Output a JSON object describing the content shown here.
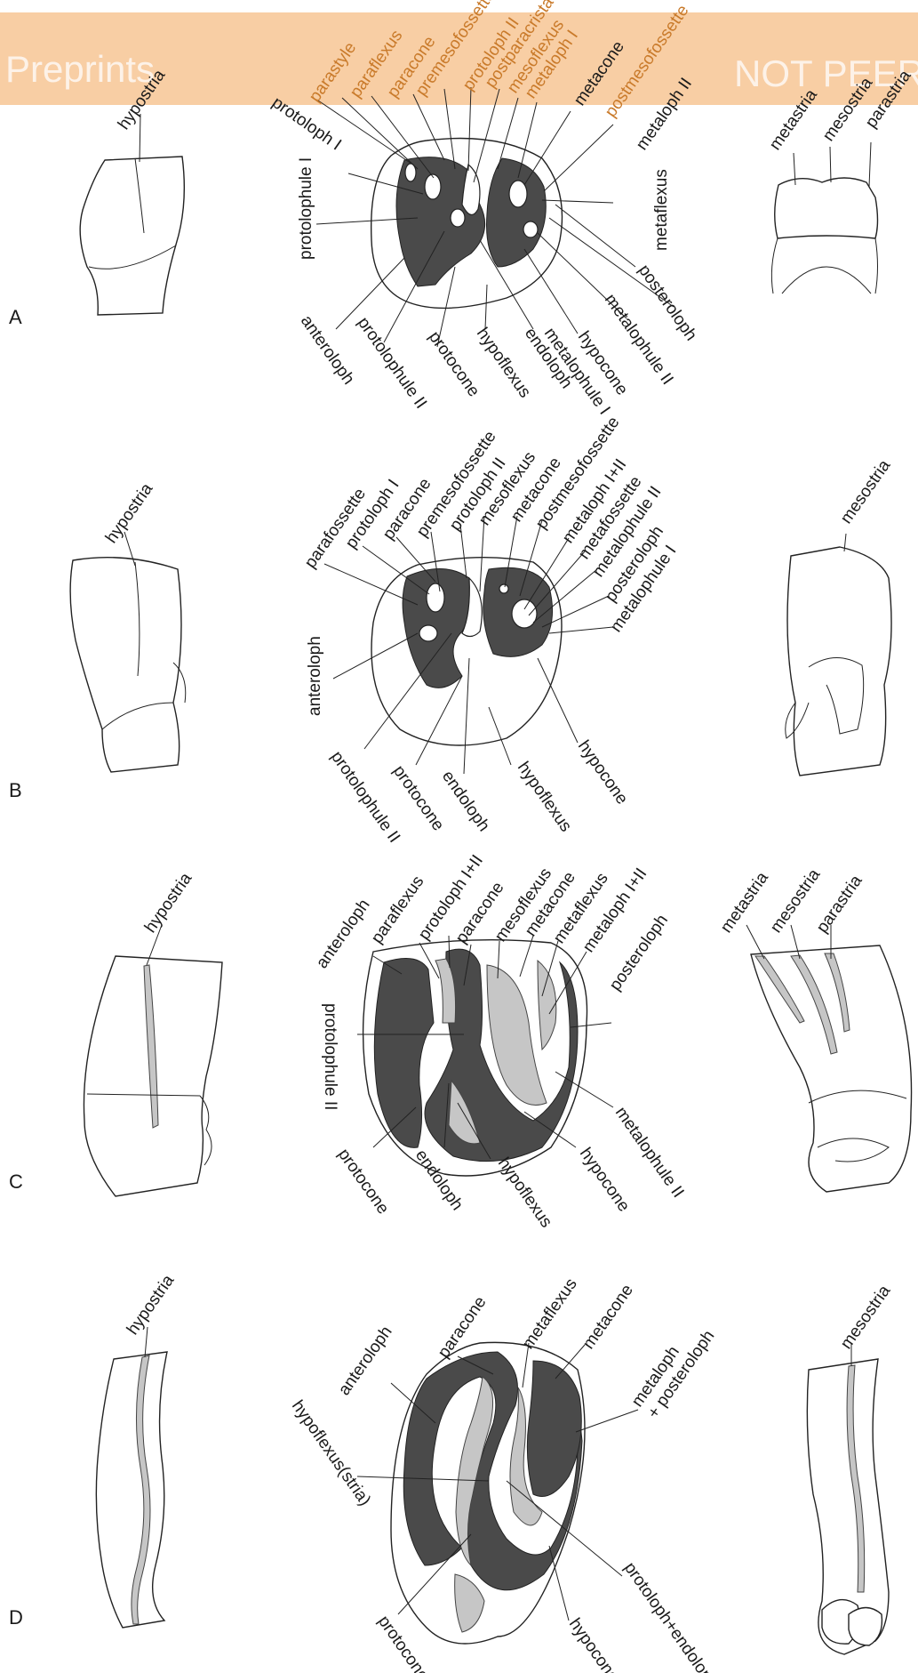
{
  "watermark": {
    "left": "Preprints",
    "right": "NOT PEER-"
  },
  "panels": [
    "A",
    "B",
    "C",
    "D"
  ],
  "a": {
    "left": [
      "hypostria"
    ],
    "top": [
      "parastyle",
      "paraflexus",
      "paracone",
      "premesofossette",
      "protoloph II",
      "postparacrista",
      "mesoflexus",
      "metaloph I",
      "metacone",
      "postmesofossette",
      "metaloph II"
    ],
    "side": [
      "protoloph I",
      "protolophule I",
      "metaflexus"
    ],
    "bottom": [
      "anteroloph",
      "protolophule II",
      "protocone",
      "hypoflexus",
      "endoloph",
      "metalophule I",
      "hypocone",
      "metalophule II",
      "posteroloph"
    ],
    "right": [
      "metastria",
      "mesostria",
      "parastria"
    ]
  },
  "b": {
    "left": [
      "hypostria"
    ],
    "top": [
      "parafossette",
      "protoloph I",
      "paracone",
      "premesofossette",
      "protoloph II",
      "mesoflexus",
      "metacone",
      "postmesofossette",
      "metaloph I+II",
      "metafossette",
      "metalophule II",
      "posteroloph",
      "metalophule I"
    ],
    "side": [
      "anteroloph"
    ],
    "bottom": [
      "protolophule II",
      "protocone",
      "endoloph",
      "hypoflexus",
      "hypocone"
    ],
    "right": [
      "mesostria"
    ]
  },
  "c": {
    "left": [
      "hypostria"
    ],
    "top": [
      "anteroloph",
      "paraflexus",
      "protoloph I+II",
      "paracone",
      "mesoflexus",
      "metacone",
      "metaflexus",
      "metaloph I+II",
      "posteroloph"
    ],
    "side": [
      "protolophule II"
    ],
    "bottom": [
      "protocone",
      "endoloph",
      "hypoflexus",
      "hypocone",
      "metalophule II"
    ],
    "right": [
      "metastria",
      "mesostria",
      "parastria"
    ]
  },
  "d": {
    "left": [
      "hypostria"
    ],
    "top": [
      "anteroloph",
      "paracone",
      "metaflexus",
      "metacone",
      "metaloph",
      "+ posteroloph"
    ],
    "side": [
      "hypoflexus(stria)"
    ],
    "bottom": [
      "protocone",
      "hypocone",
      "protoloph+endoloph"
    ],
    "right": [
      "mesostria"
    ]
  }
}
